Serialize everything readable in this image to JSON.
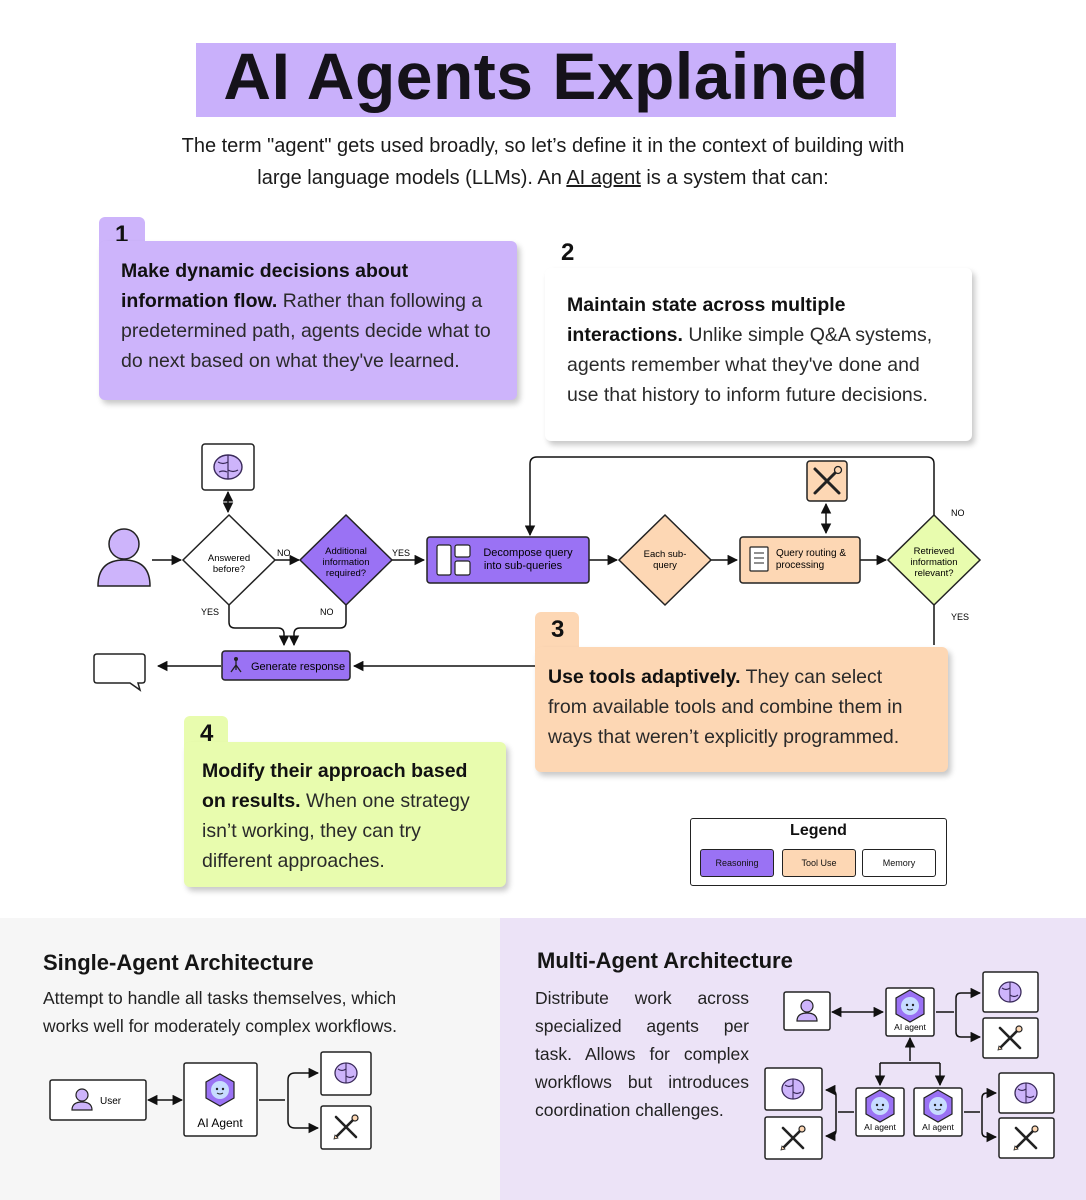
{
  "title": "AI Agents Explained",
  "intro": {
    "line1": "The term \"agent\" gets used broadly, so let’s define it in the context of building with",
    "line2_pre": "large language models (LLMs). An ",
    "line2_link": "AI agent",
    "line2_post": " is a system that can:"
  },
  "cards": [
    {
      "number": "1",
      "bold": "Make dynamic decisions about information flow.",
      "text": " Rather than following a predetermined path, agents decide what to do next based on what they've learned.",
      "color": "#cdb4fb"
    },
    {
      "number": "2",
      "bold": "Maintain state across multiple interactions.",
      "text": " Unlike simple Q&A systems, agents remember what they've done and use that history to inform future decisions.",
      "color": "#ffffff"
    },
    {
      "number": "3",
      "bold": "Use tools adaptively.",
      "text": " They can select from available tools and combine them in ways that weren’t explicitly programmed.",
      "color": "#fdd7b4"
    },
    {
      "number": "4",
      "bold": "Modify their approach based on results.",
      "text": " When one strategy isn’t working, they can try different approaches.",
      "color": "#e8fcae"
    }
  ],
  "flow": {
    "answered_before": [
      "Answered",
      "before?"
    ],
    "additional_info": [
      "Additional",
      "information",
      "required?"
    ],
    "decompose": [
      "Decompose query",
      "into sub-queries"
    ],
    "each_subquery": [
      "Each sub-",
      "query"
    ],
    "query_routing": [
      "Query routing &",
      "processing"
    ],
    "retrieved_relevant": [
      "Retrieved",
      "information",
      "relevant?"
    ],
    "generate_response": "Generate response",
    "no": "NO",
    "yes": "YES"
  },
  "legend": {
    "title": "Legend",
    "items": [
      "Reasoning",
      "Tool Use",
      "Memory"
    ],
    "colors": {
      "reasoning": "#9a72f4",
      "tool_use": "#fdd7b4",
      "memory": "#ffffff"
    }
  },
  "single_agent": {
    "title": "Single-Agent Architecture",
    "line1": "Attempt to handle all tasks themselves, which",
    "line2": "works well for moderately complex workflows.",
    "user_label": "User",
    "agent_label": "AI Agent"
  },
  "multi_agent": {
    "title": "Multi-Agent Architecture",
    "lines": [
      "Distribute work across",
      "specialized agents per",
      "task. Allows for complex",
      "workflows but introduces",
      "coordination challenges."
    ],
    "agent_label": "AI agent"
  },
  "colors": {
    "purple": "#9a72f4",
    "light_purple": "#cdb4fb",
    "orange": "#fdd7b4",
    "lime": "#e8fcae"
  }
}
